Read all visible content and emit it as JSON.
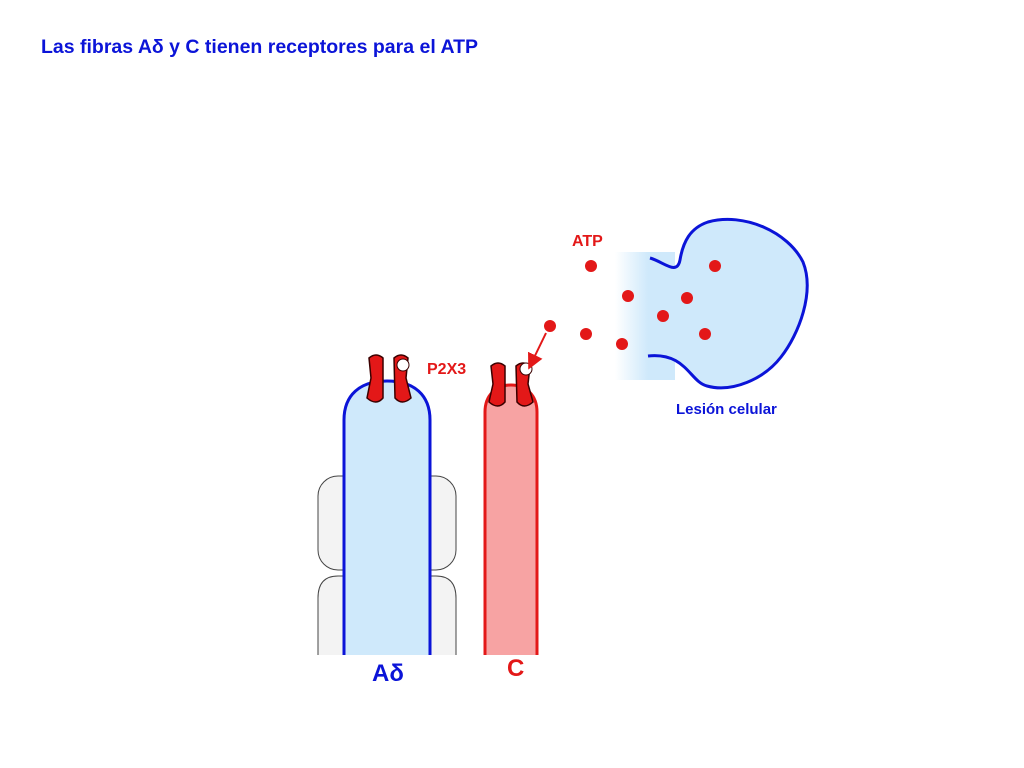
{
  "slide": {
    "title": "Las fibras Aδ y C tienen receptores para el ATP"
  },
  "labels": {
    "atp": "ATP",
    "receptor": "P2X3",
    "injury": "Lesión celular",
    "fiber_a_delta": "Aδ",
    "fiber_c": "C"
  },
  "colors": {
    "title": "#0b14d8",
    "atp": "#e31818",
    "a_delta_fill": "#cfe9fb",
    "a_delta_stroke": "#0b14d8",
    "c_fill": "#f7a3a3",
    "c_stroke": "#e31818",
    "cell_fill": "#cfe9fb",
    "myelin_fill": "#f3f3f3"
  }
}
